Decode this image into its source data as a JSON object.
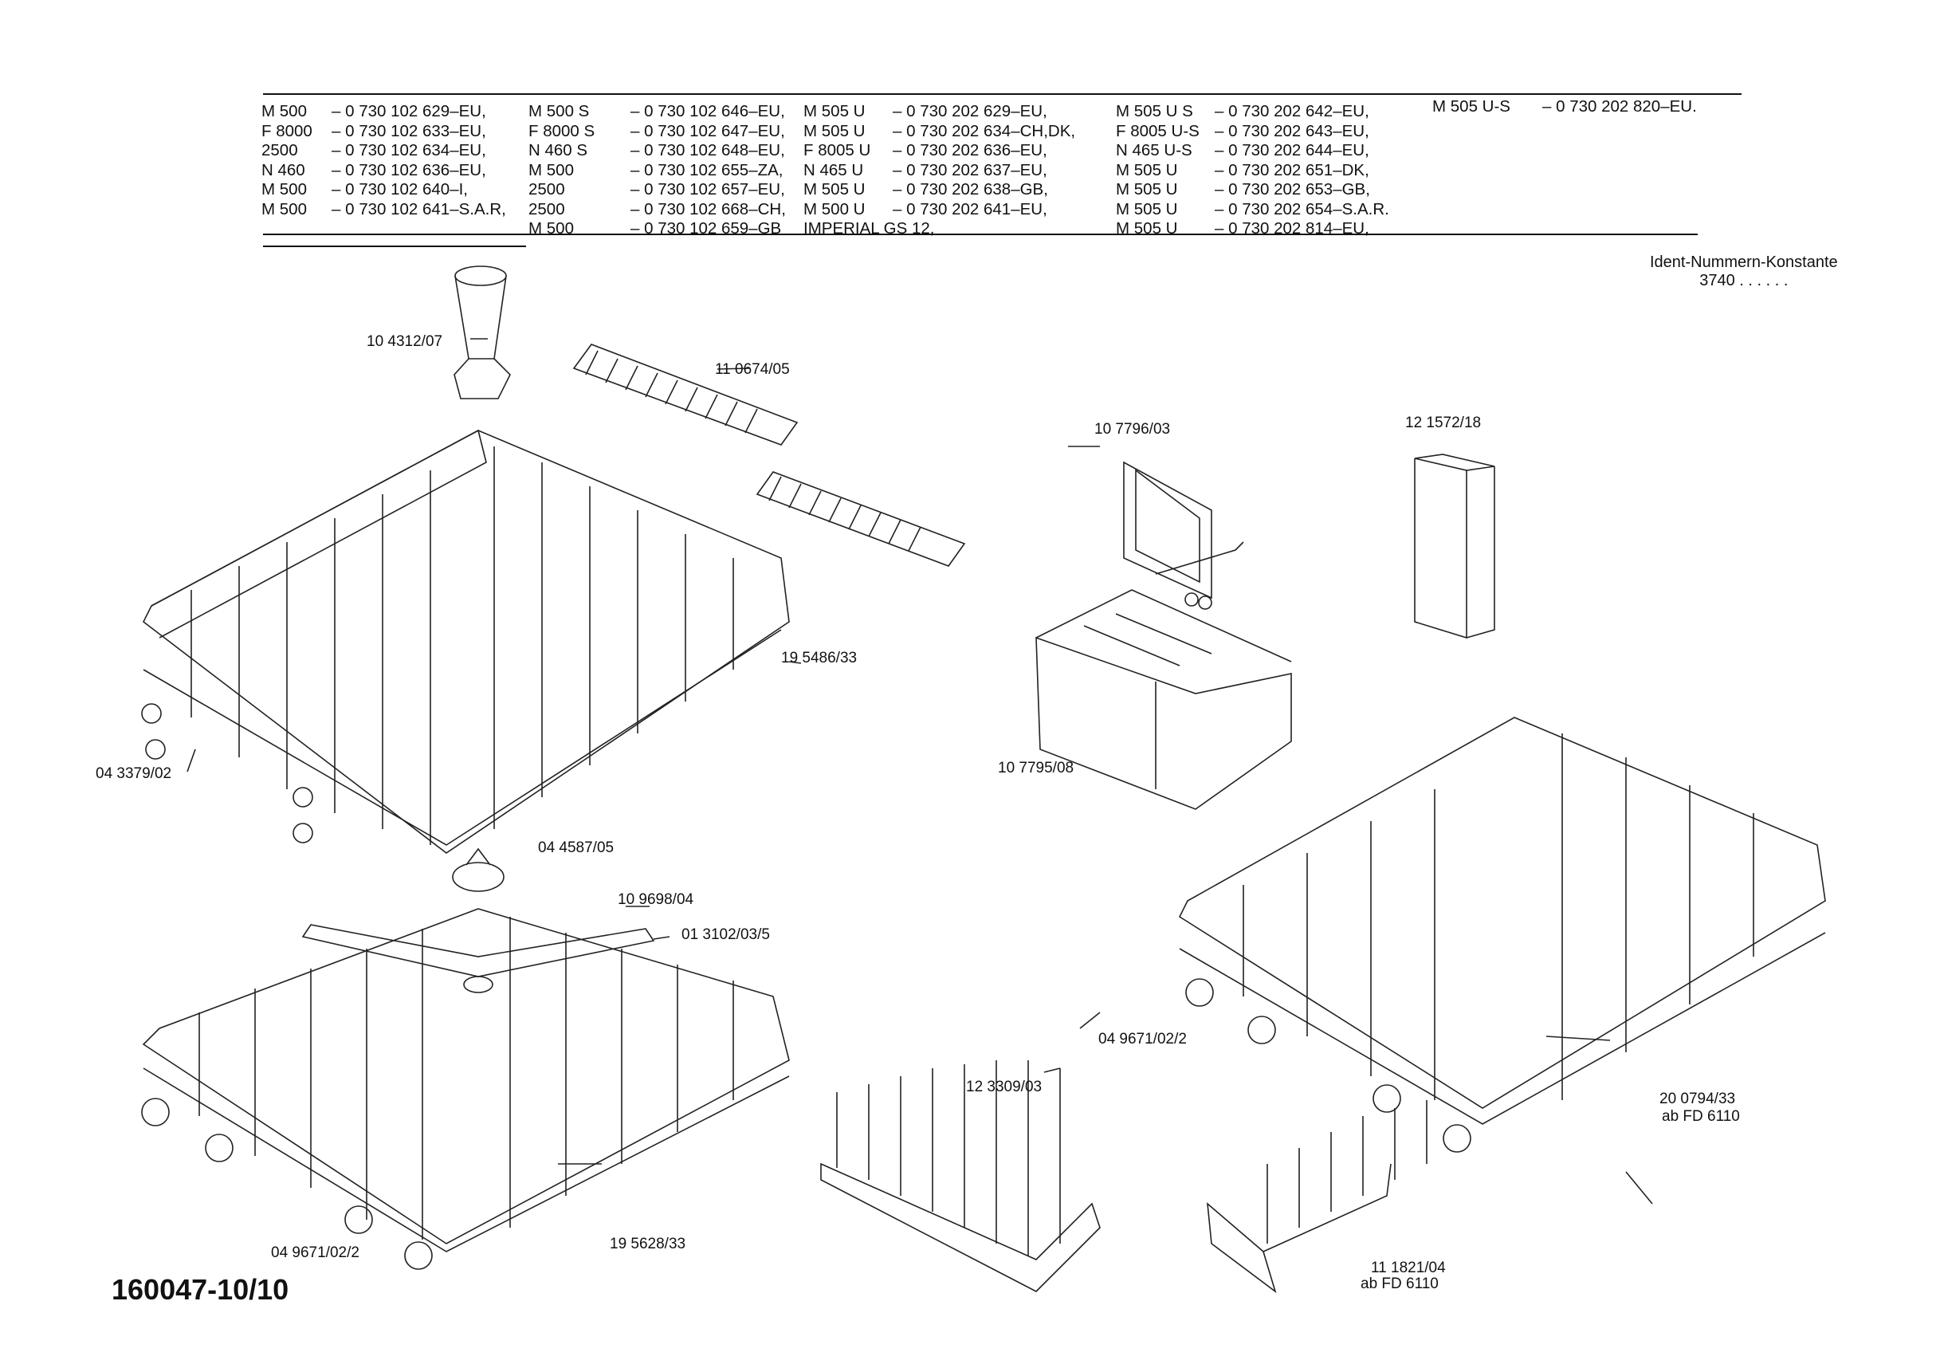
{
  "header_table": {
    "col1": [
      {
        "model": "M 500",
        "number": "– 0 730 102 629–EU,"
      },
      {
        "model": "F 8000",
        "number": "– 0 730 102 633–EU,"
      },
      {
        "model": "2500",
        "number": "– 0 730 102 634–EU,"
      },
      {
        "model": "N 460",
        "number": "– 0 730 102 636–EU,"
      },
      {
        "model": "M 500",
        "number": "– 0 730 102 640–I,"
      },
      {
        "model": "M 500",
        "number": "– 0 730 102 641–S.A.R,"
      }
    ],
    "col2": [
      {
        "model": "M 500 S",
        "number": "– 0 730 102 646–EU,"
      },
      {
        "model": "F 8000 S",
        "number": "– 0 730 102 647–EU,"
      },
      {
        "model": "N 460 S",
        "number": "– 0 730 102 648–EU,"
      },
      {
        "model": "M 500",
        "number": "– 0 730 102 655–ZA,"
      },
      {
        "model": "2500",
        "number": "– 0 730 102 657–EU,"
      },
      {
        "model": "2500",
        "number": "– 0 730 102 668–CH,"
      },
      {
        "model": "M 500",
        "number": "– 0 730 102 659–GB"
      }
    ],
    "col3": [
      {
        "model": "M 505 U",
        "number": "– 0 730 202 629–EU,"
      },
      {
        "model": "M 505 U",
        "number": "– 0 730 202 634–CH,DK,"
      },
      {
        "model": "F 8005 U",
        "number": "– 0 730 202 636–EU,"
      },
      {
        "model": "N 465 U",
        "number": "– 0 730 202 637–EU,"
      },
      {
        "model": "M 505 U",
        "number": "– 0 730 202 638–GB,"
      },
      {
        "model": "M 500 U",
        "number": "– 0 730 202 641–EU,"
      },
      {
        "model": "IMPERIAL GS 12,",
        "number": ""
      }
    ],
    "col4": [
      {
        "model": "M 505 U S",
        "number": "– 0 730 202 642–EU,"
      },
      {
        "model": "F 8005 U-S",
        "number": "– 0 730 202 643–EU,"
      },
      {
        "model": "N 465 U-S",
        "number": "– 0 730 202 644–EU,"
      },
      {
        "model": "M 505 U",
        "number": "– 0 730 202 651–DK,"
      },
      {
        "model": "M 505 U",
        "number": "– 0 730 202 653–GB,"
      },
      {
        "model": "M 505 U",
        "number": "– 0 730 202 654–S.A.R."
      },
      {
        "model": "M 505 U",
        "number": "– 0 730 202 814–EU,"
      }
    ],
    "col5": [
      {
        "model": "M 505 U-S",
        "number": "– 0 730 202 820–EU."
      }
    ]
  },
  "ident": {
    "label": "Ident-Nummern-Konstante",
    "value": "3740  . .   . . . ."
  },
  "parts": {
    "p1": "10 4312/07",
    "p2": "11 0674/05",
    "p3": "10 7796/03",
    "p4": "12 1572/18",
    "p5": "19 5486/33",
    "p6": "04 3379/02",
    "p7": "10 7795/08",
    "p8": "04 4587/05",
    "p9": "10 9698/04",
    "p10": "01 3102/03/5",
    "p11": "04 9671/02/2",
    "p12": "12 3309/03",
    "p13a": "20 0794/33",
    "p13b": "ab FD 6110",
    "p14": "04 9671/02/2",
    "p15": "19 5628/33",
    "p16a": "11 1821/04",
    "p16b": "ab FD 6110"
  },
  "footer": "160047-10/10"
}
